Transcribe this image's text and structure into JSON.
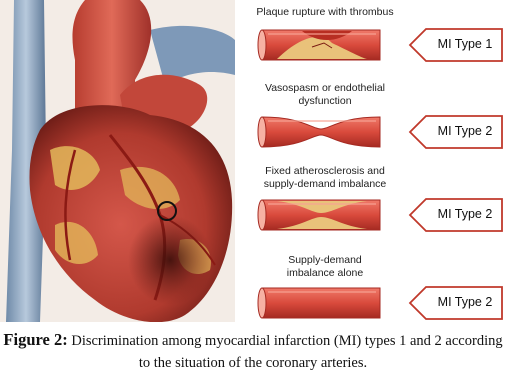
{
  "panels": [
    {
      "title": "Plaque rupture with thrombus",
      "tag": "MI Type 1"
    },
    {
      "title": "Vasospasm or endothelial\ndysfunction",
      "tag": "MI Type 2"
    },
    {
      "title": "Fixed atherosclerosis and\nsupply-demand imbalance",
      "tag": "MI Type 2"
    },
    {
      "title": "Supply-demand\nimbalance alone",
      "tag": "MI Type 2"
    }
  ],
  "caption": {
    "label": "Figure 2:",
    "text": " Discrimination among myocardial infarction (MI) types 1 and 2 according to the situation of the coronary arteries."
  },
  "colors": {
    "artery": "#d94a3c",
    "artery_dark": "#a52a22",
    "plaque": "#e9c27a",
    "heart": "#c0392b",
    "fat": "#e3b85a",
    "tag_border": "#c0392b"
  }
}
